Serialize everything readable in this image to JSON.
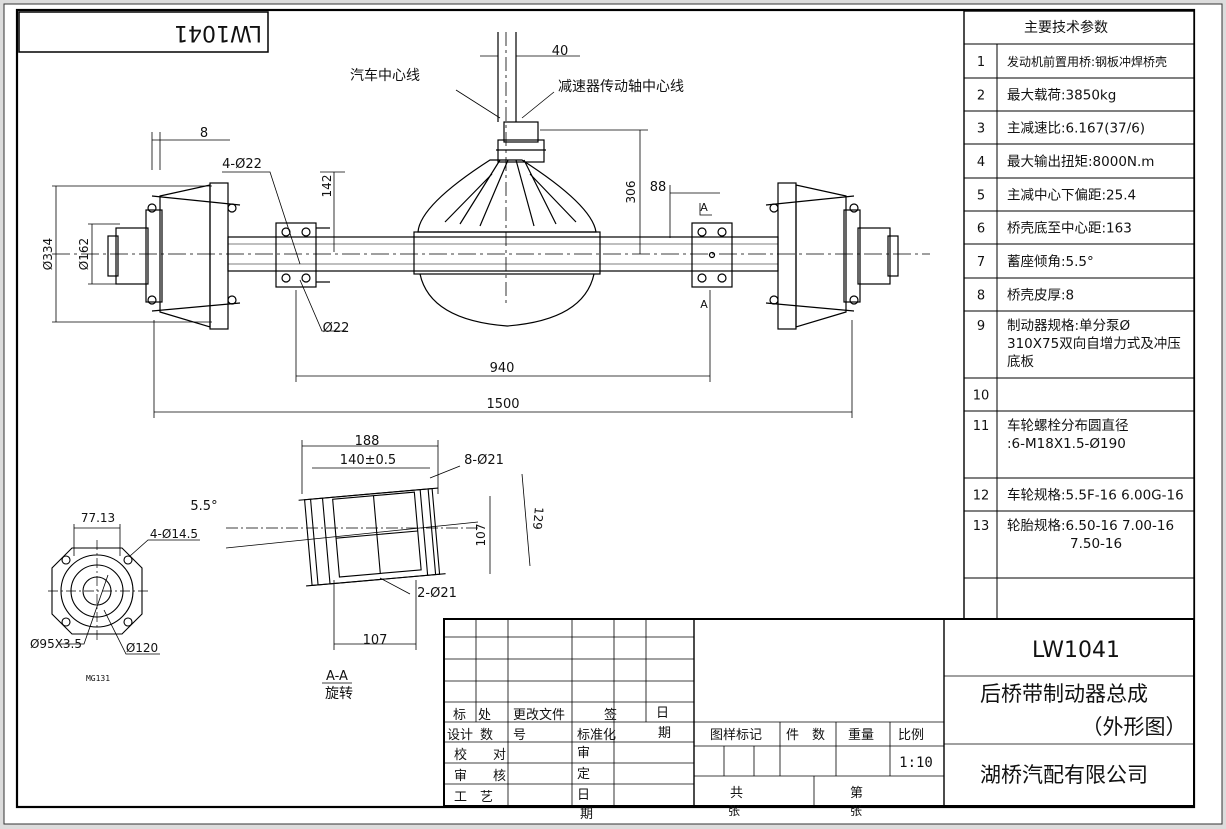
{
  "drawing_number": "LW1041",
  "mirrored_drawing_number": "LW1041",
  "labels": {
    "vehicle_centerline": "汽车中心线",
    "reducer_shaft_centerline": "减速器传动轴中心线",
    "section_label": "A-A",
    "rotated": "旋转",
    "section_marker": "A",
    "mg_code": "MG131"
  },
  "dimensions": {
    "d40": "40",
    "d8": "8",
    "d4_22": "4-Ø22",
    "d142": "142",
    "d306": "306",
    "d88": "88",
    "d334": "Ø334",
    "d162": "Ø162",
    "d22": "Ø22",
    "d940": "940",
    "d1500": "1500",
    "d188": "188",
    "d140": "140±0.5",
    "d8_21": "8-Ø21",
    "d5_5": "5.5°",
    "d107a": "107",
    "d129": "129",
    "d2_21": "2-Ø21",
    "d107b": "107",
    "d77": "77.13",
    "d4_14": "4-Ø14.5",
    "d95": "Ø95X3.5",
    "d120": "Ø120"
  },
  "params": {
    "title": "主要技术参数",
    "rows": [
      {
        "no": "1",
        "lines": [
          "发动机前置用桥:钢板冲焊桥壳"
        ]
      },
      {
        "no": "2",
        "lines": [
          "最大载荷:3850kg"
        ]
      },
      {
        "no": "3",
        "lines": [
          "主减速比:6.167(37/6)"
        ]
      },
      {
        "no": "4",
        "lines": [
          "最大输出扭矩:8000N.m"
        ]
      },
      {
        "no": "5",
        "lines": [
          "主减中心下偏距:25.4"
        ]
      },
      {
        "no": "6",
        "lines": [
          "桥壳底至中心距:163"
        ]
      },
      {
        "no": "7",
        "lines": [
          "蓄座倾角:5.5°"
        ]
      },
      {
        "no": "8",
        "lines": [
          "桥壳皮厚:8"
        ]
      },
      {
        "no": "9",
        "lines": [
          "制动器规格:单分泵Ø",
          "310X75双向自增力式及冲压",
          "底板"
        ]
      },
      {
        "no": "10",
        "lines": []
      },
      {
        "no": "11",
        "lines": [
          "车轮螺栓分布圆直径",
          ":6-M18X1.5-Ø190"
        ]
      },
      {
        "no": "12",
        "lines": [
          "车轮规格:5.5F-16 6.00G-16"
        ]
      },
      {
        "no": "13",
        "lines": [
          "轮胎规格:6.50-16 7.00-16",
          "7.50-16"
        ]
      }
    ]
  },
  "title_block": {
    "revision": {
      "mark": "标",
      "place": "处",
      "change_doc": "更改文件",
      "sign": "签",
      "date": "日",
      "design": "设计",
      "number": "数",
      "no": "号",
      "standardize": "标准化",
      "period": "期",
      "check": "校　　对",
      "audit": "审　　核",
      "process": "工　艺",
      "shen": "审",
      "ding": "定",
      "ri": "日",
      "qi": "期"
    },
    "drawing_mark": "图样标记",
    "qty": "件　数",
    "weight": "重量",
    "scale_label": "比例",
    "scale": "1:10",
    "total": "共",
    "sheet_no": "第",
    "zhang1": "张",
    "zhang2": "张",
    "product_name": "后桥带制动器总成",
    "product_sub": "（外形图）",
    "company": "湖桥汽配有限公司"
  }
}
